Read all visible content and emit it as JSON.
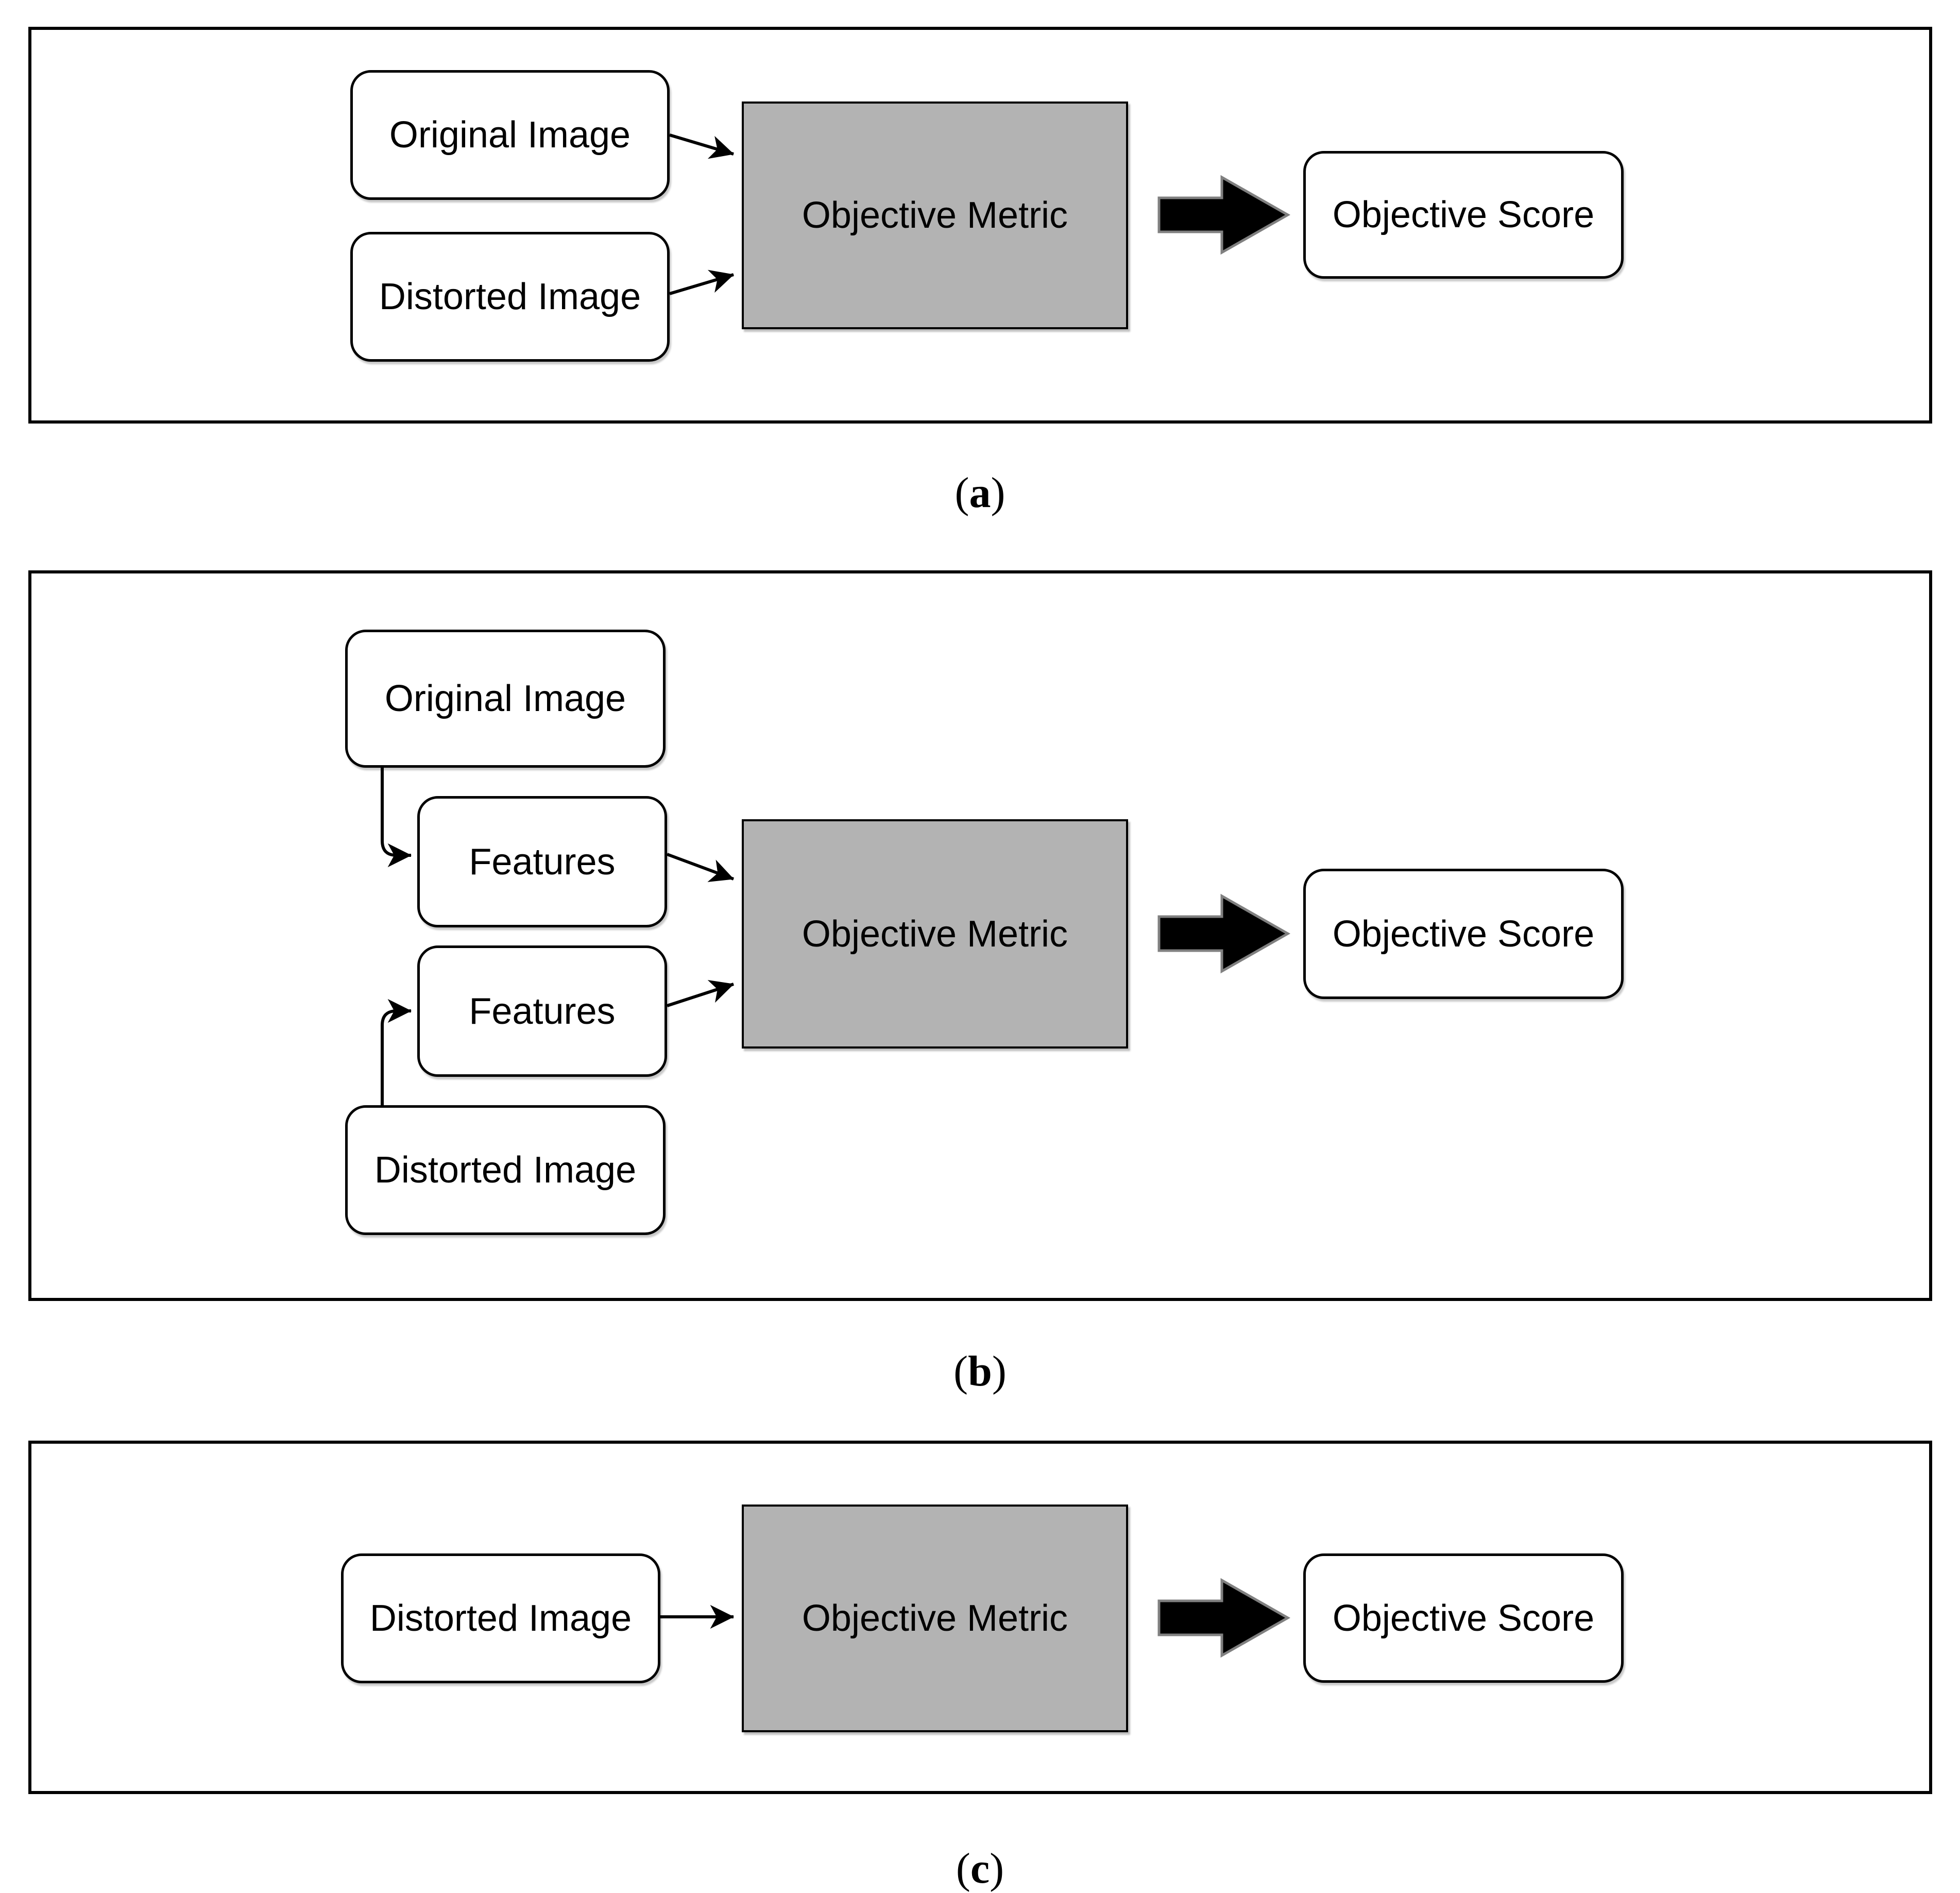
{
  "figure_type": "flow-diagram",
  "panels": [
    {
      "caption": {
        "open": "(",
        "letter": "a",
        "close": ")"
      },
      "boxes": {
        "original": "Original Image",
        "distorted": "Distorted Image",
        "metric": "Objective Metric",
        "score": "Objective Score"
      }
    },
    {
      "caption": {
        "open": "(",
        "letter": "b",
        "close": ")"
      },
      "boxes": {
        "original": "Original Image",
        "features_top": "Features",
        "features_bottom": "Features",
        "distorted": "Distorted Image",
        "metric": "Objective Metric",
        "score": "Objective Score"
      }
    },
    {
      "caption": {
        "open": "(",
        "letter": "c",
        "close": ")"
      },
      "boxes": {
        "distorted": "Distorted Image",
        "metric": "Objective Metric",
        "score": "Objective Score"
      }
    }
  ],
  "colors": {
    "stroke": "#000000",
    "box_fill": "#ffffff",
    "metric_fill": "#b3b3b3",
    "block_arrow_fill": "#000000",
    "block_arrow_outline": "#808080"
  }
}
